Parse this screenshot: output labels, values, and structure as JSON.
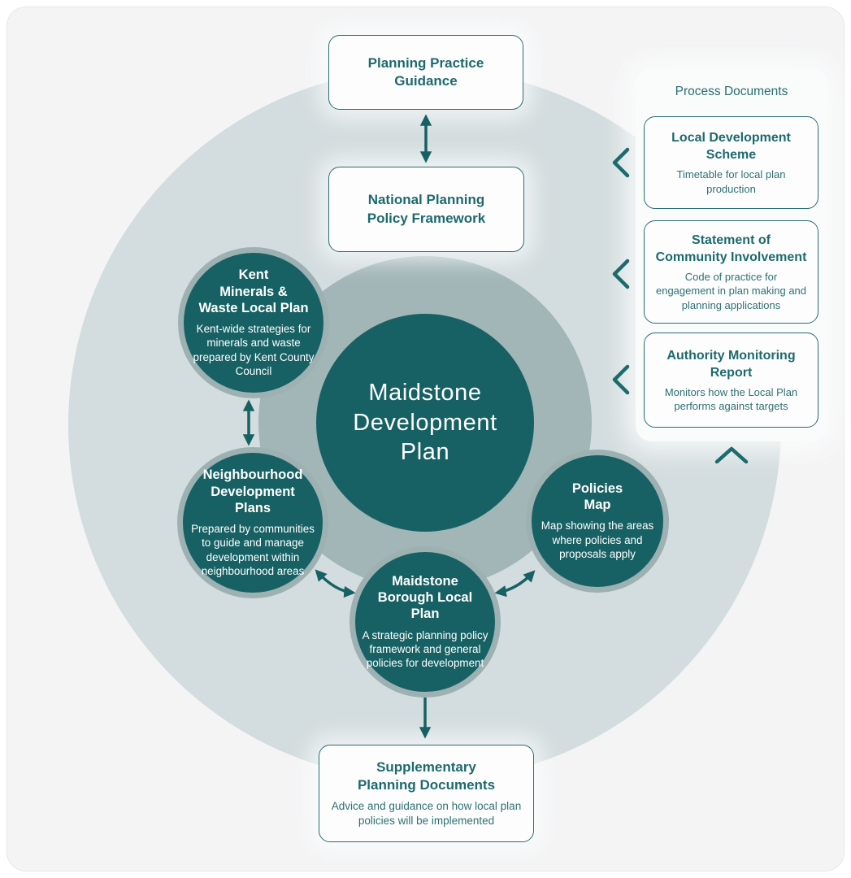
{
  "colors": {
    "accent_teal": "#176164",
    "heading_teal": "#1d6a6d",
    "body_teal": "#2f7073",
    "satellite_ring_gray": "#9db1b3",
    "middle_ring_gray": "#a2b5b7",
    "outer_circle_gray": "#d3dcde",
    "card_background": "#f4f4f5",
    "panel_background": "#fafbfb",
    "box_background": "#fdfdfe",
    "circle_text": "#ffffff"
  },
  "top_boxes": {
    "ppg": {
      "title": "Planning Practice\nGuidance"
    },
    "nppf": {
      "title": "National Planning\nPolicy Framework"
    }
  },
  "center_circle": {
    "title": "Maidstone\nDevelopment\nPlan"
  },
  "satellites": [
    {
      "title": "Kent\nMinerals &\nWaste Local Plan",
      "body": "Kent-wide strategies for minerals and waste prepared by Kent County Council"
    },
    {
      "title": "Neighbourhood\nDevelopment\nPlans",
      "body": "Prepared by communities to guide and manage development within neighbourhood areas"
    },
    {
      "title": "Policies\nMap",
      "body": "Map showing the areas where policies and proposals apply"
    },
    {
      "title": "Maidstone\nBorough Local\nPlan",
      "body": "A strategic planning policy framework and general policies for development"
    }
  ],
  "process_documents": {
    "title": "Process Documents",
    "items": [
      {
        "title": "Local Development\nScheme",
        "body": "Timetable for local plan production"
      },
      {
        "title": "Statement of\nCommunity Involvement",
        "body": "Code of practice for engagement in plan making and planning applications"
      },
      {
        "title": "Authority Monitoring\nReport",
        "body": "Monitors how the Local Plan performs against targets"
      }
    ]
  },
  "bottom_box": {
    "title": "Supplementary\nPlanning Documents",
    "body": "Advice and guidance on how local plan policies will be implemented"
  }
}
